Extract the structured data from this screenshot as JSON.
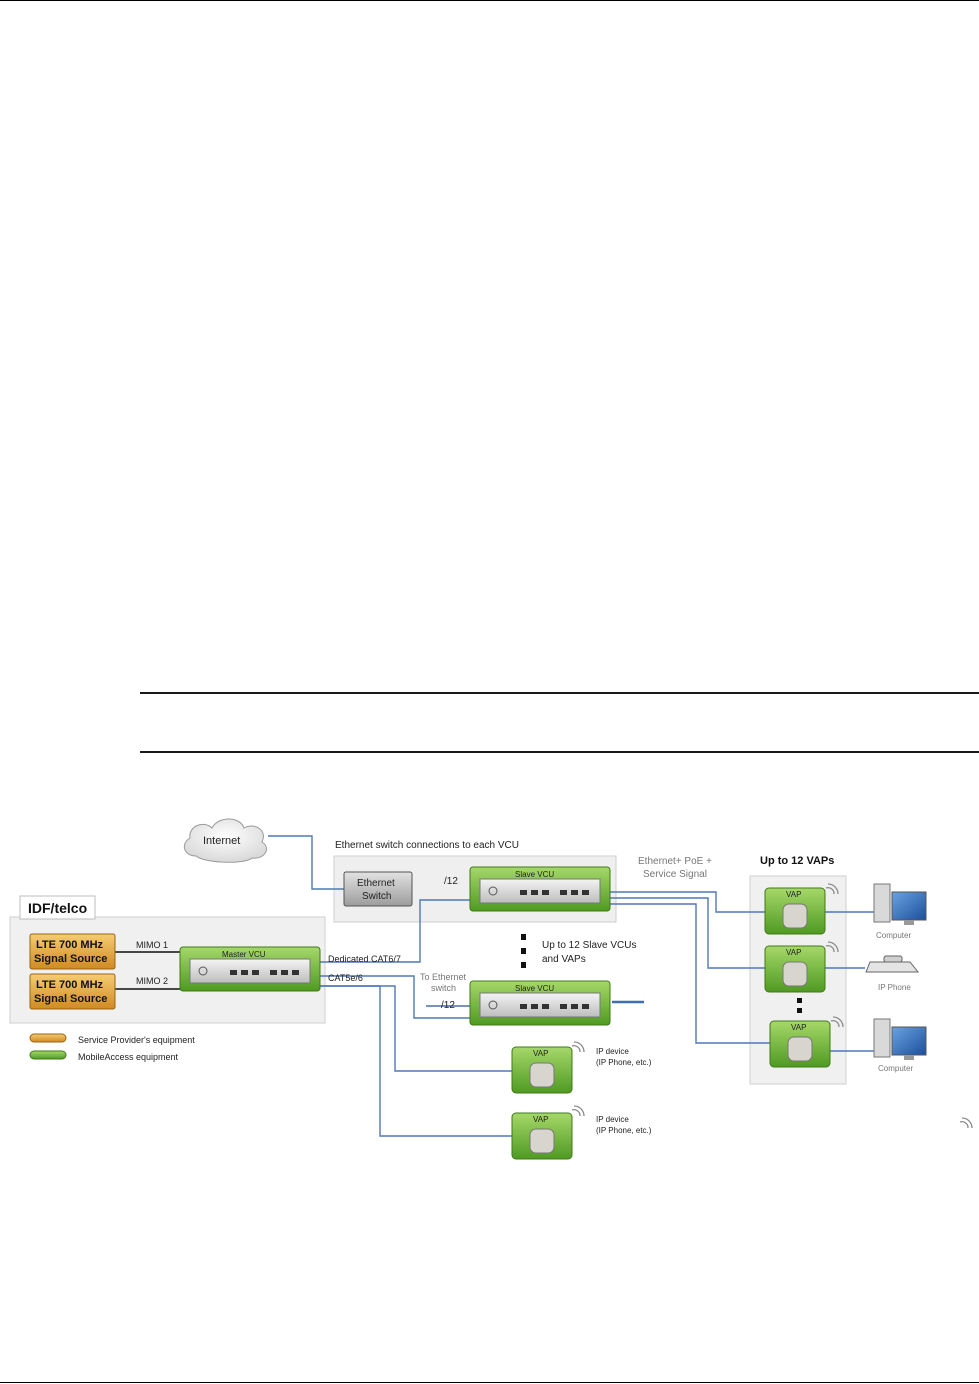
{
  "page": {
    "header_rule": true,
    "footer_rule": true
  },
  "note": {
    "text": ""
  },
  "diagram": {
    "internet": "Internet",
    "idf_label": "IDF/telco",
    "signal_source_1": [
      "LTE 700 MHz",
      "Signal Source"
    ],
    "signal_source_2": [
      "LTE 700 MHz",
      "Signal Source"
    ],
    "mimo_1": "MIMO 1",
    "mimo_2": "MIMO 2",
    "master_vcu": "Master VCU",
    "ethernet_switch_title": "Ethernet switch connections to each VCU",
    "ethernet_switch": [
      "Ethernet",
      "Switch"
    ],
    "slash12_top": "/12",
    "slave_vcu_top": "Slave VCU",
    "slave_vcu_bottom": "Slave VCU",
    "dedicated_cat": "Dedicated CAT6/7",
    "cat5e": "CAT5e/6",
    "to_ethernet_switch": [
      "To Ethernet",
      "switch"
    ],
    "slash12_bottom": "/12",
    "up_to_12_slave": [
      "Up to 12 Slave VCUs",
      "and VAPs"
    ],
    "ethernet_poe": [
      "Ethernet+ PoE +",
      "Service Signal"
    ],
    "up_to_12_vaps": "Up to 12 VAPs",
    "vap_label": "VAP",
    "computer_1": "Computer",
    "ip_phone": "IP Phone",
    "computer_2": "Computer",
    "ip_device_1": [
      "IP device",
      "(IP Phone, etc.)"
    ],
    "ip_device_2": [
      "IP device",
      "(IP Phone, etc.)"
    ],
    "legend": {
      "service_provider": "Service Provider's equipment",
      "mobileaccess": "MobileAccess equipment"
    },
    "colors": {
      "green": "#7dbf3c",
      "green_dark": "#3f7a16",
      "orange": "#e9a63a",
      "orange_dark": "#9a6414",
      "line_blue": "#4f79b8",
      "panel_gray": "#f0f0f0"
    }
  }
}
